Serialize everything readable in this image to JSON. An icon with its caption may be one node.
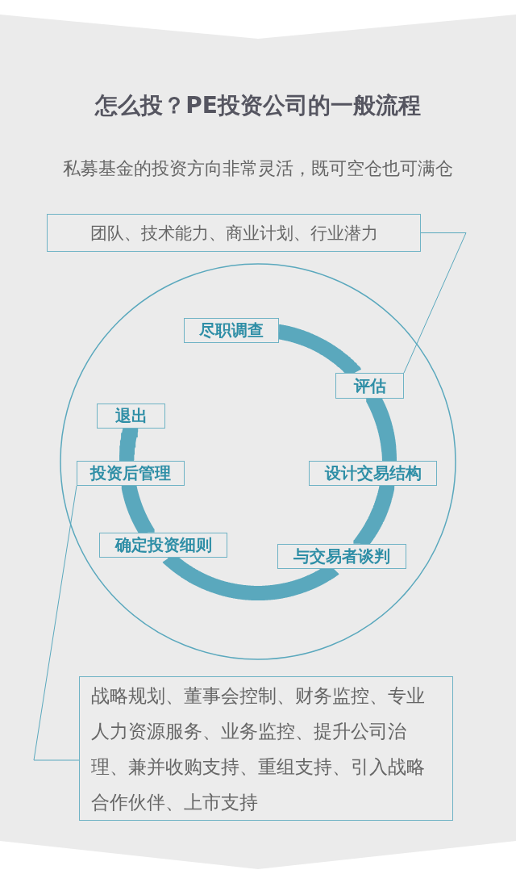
{
  "diagram": {
    "title": "怎么投？PE投资公司的一般流程",
    "nodes": [
      {
        "text": [
          "团队、技术能力、商业计划、行业潜力"
        ]
      },
      {
        "text": [
          "尽职调查"
        ]
      },
      {
        "text": [
          "评估"
        ]
      },
      {
        "text": [
          "设计交易结构"
        ]
      },
      {
        "text": [
          "与交易者谈判"
        ]
      },
      {
        "text": [
          "确定投资细则"
        ]
      },
      {
        "text": [
          "投资后管理"
        ]
      },
      {
        "text": [
          "退出"
        ]
      },
      {
        "text": [
          "战略规划、董事会控制、财务监控、专业人力资源服务、业务监控、提升公司治理、兼并收购支持、重组支持、引入战略合作伙伴、上市支持"
        ]
      }
    ],
    "edges": [
      {
        "from": 1,
        "to": 2,
        "arrow": "none"
      },
      {
        "from": 2,
        "to": 3,
        "arrow": "none"
      },
      {
        "from": 3,
        "to": 4,
        "arrow": "none"
      },
      {
        "from": 4,
        "to": 5,
        "arrow": "none"
      },
      {
        "from": 5,
        "to": 6,
        "arrow": "none"
      },
      {
        "from": 6,
        "to": 7,
        "arrow": "none"
      },
      {
        "from": 0,
        "to": 2,
        "arrow": "none"
      },
      {
        "from": 8,
        "to": 6,
        "arrow": "none"
      }
    ],
    "labels": [
      "私募基金的投资方向非常灵活，既可空仓也可满仓"
    ]
  }
}
